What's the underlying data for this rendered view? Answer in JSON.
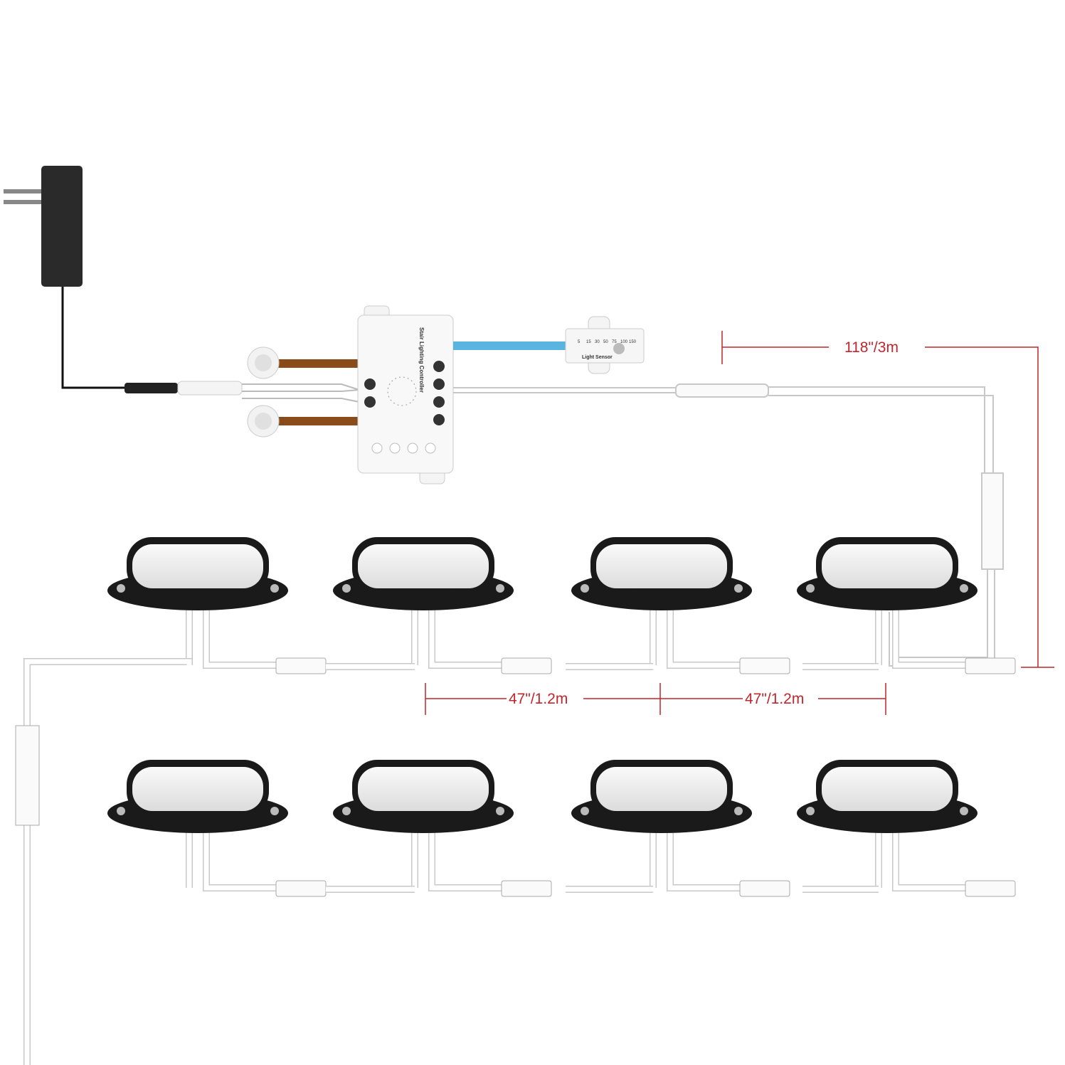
{
  "controller": {
    "title": "Stair Lighting Controller"
  },
  "light_sensor": {
    "label": "Light Sensor",
    "scale": [
      "5",
      "15",
      "30",
      "50",
      "75",
      "100",
      "150"
    ]
  },
  "dimensions": {
    "total_cable": "118\"/3m",
    "light_spacing_1": "47\"/1.2m",
    "light_spacing_2": "47\"/1.2m"
  },
  "colors": {
    "dimension": "#c0262d",
    "wire": "#ffffff",
    "wire_outline": "#c8c8c8",
    "light_body": "#1a1a1a",
    "signal_wire": "#5ab4e0",
    "sensor_wire": "#8a4a1a"
  },
  "lights": {
    "top_row_count": 4,
    "bottom_row_count": 4
  }
}
